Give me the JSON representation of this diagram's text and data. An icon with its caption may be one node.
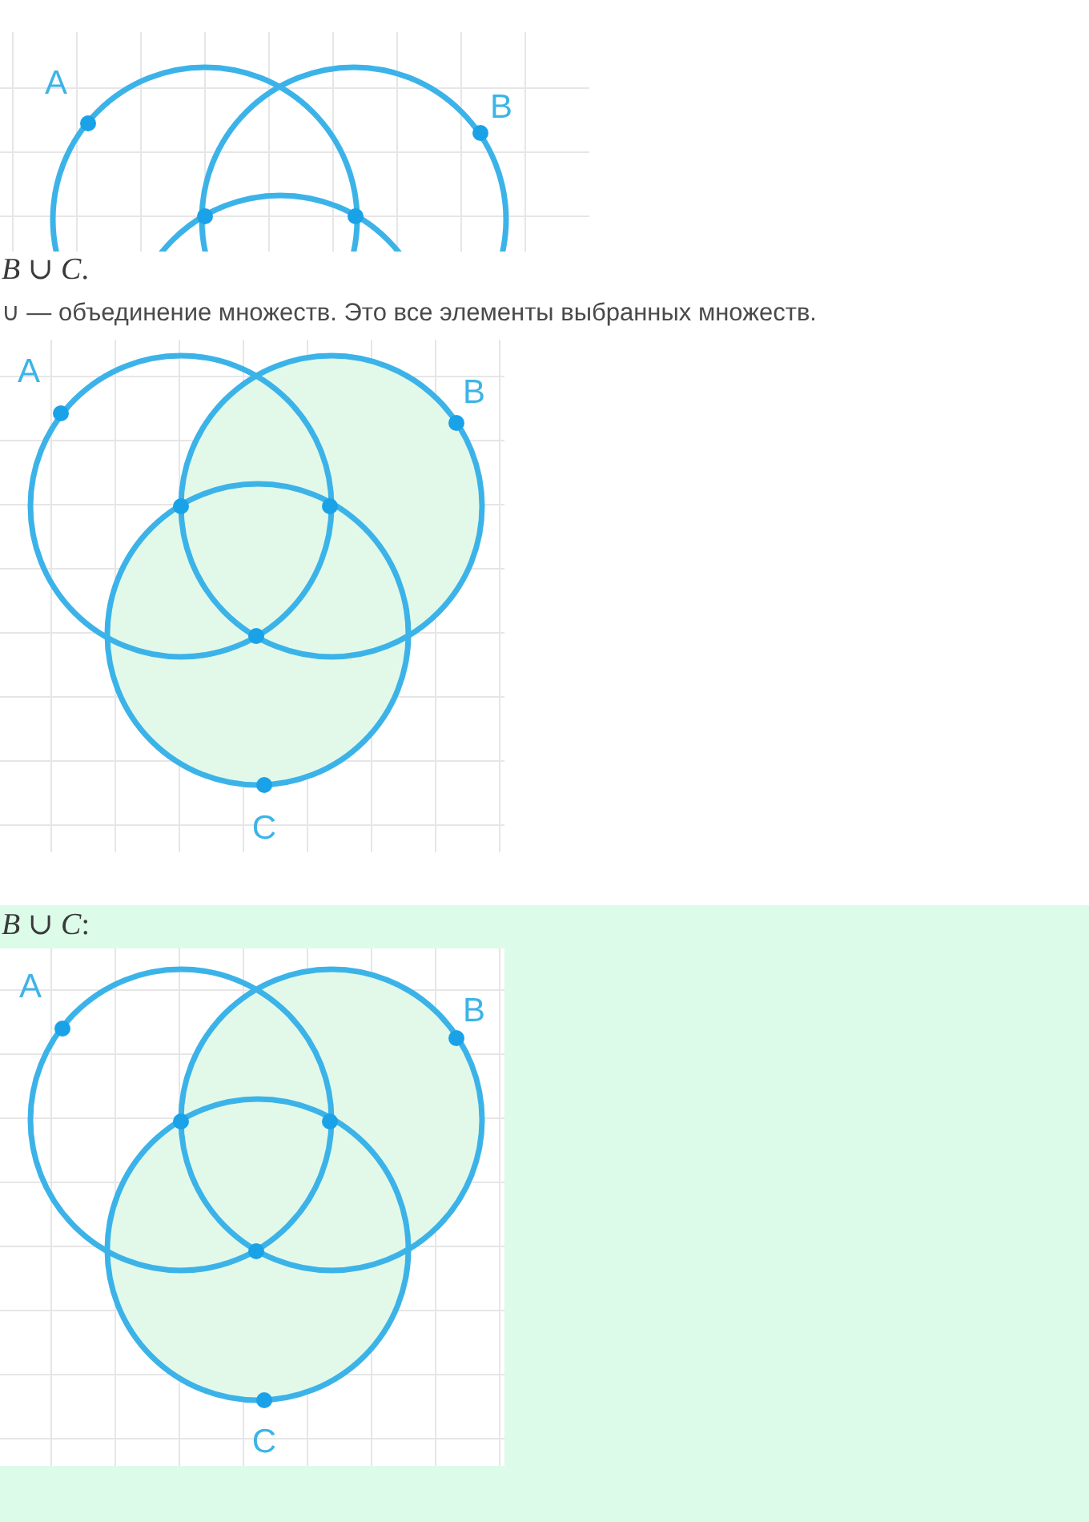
{
  "diagram": {
    "nodes": [
      {
        "text": [
          "A"
        ]
      },
      {
        "text": [
          "B"
        ]
      },
      {
        "text": [],
        "shape": "circle"
      },
      {
        "text": [
          "A"
        ]
      },
      {
        "text": [
          "B"
        ]
      },
      {
        "text": [
          "C"
        ]
      },
      {
        "text": [
          "A"
        ]
      },
      {
        "text": [
          "B"
        ]
      },
      {
        "text": [
          "C"
        ]
      }
    ],
    "labels": [
      "*B* ∪ *C*.",
      "∪ — объединение множеств. Это все элементы выбранных множеств.",
      "*B* ∪ *C*:"
    ]
  }
}
